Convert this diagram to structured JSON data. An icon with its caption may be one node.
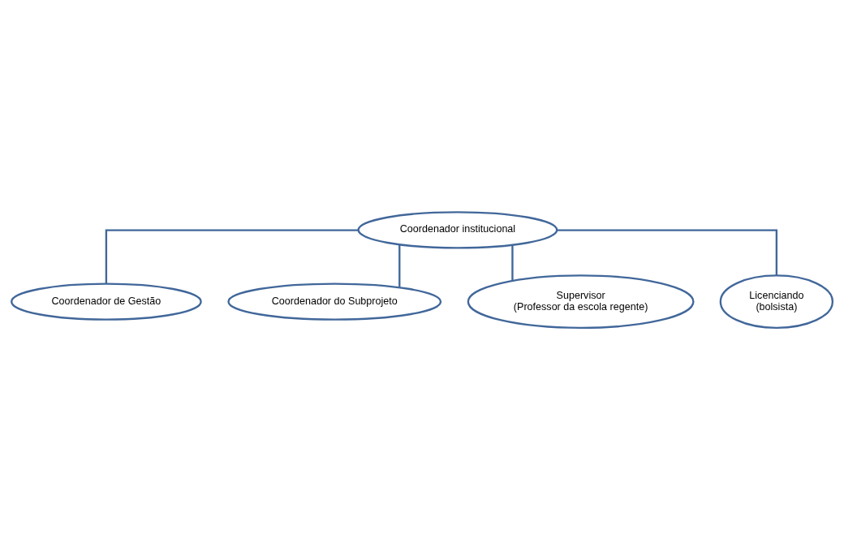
{
  "diagram": {
    "nodes": [
      {
        "text": [
          "Coordenador institucional"
        ]
      },
      {
        "text": [
          "Coordenador de Gestão"
        ]
      },
      {
        "text": [
          "Coordenador do Subprojeto"
        ]
      },
      {
        "text": [
          "Supervisor",
          "(Professor da escola regente)"
        ]
      },
      {
        "text": [
          "Licenciando",
          "(bolsista)"
        ]
      }
    ],
    "edges": [
      {
        "from": 0,
        "to": 1,
        "arrow": "none"
      },
      {
        "from": 0,
        "to": 2,
        "arrow": "none"
      },
      {
        "from": 0,
        "to": 3,
        "arrow": "none"
      },
      {
        "from": 0,
        "to": 4,
        "arrow": "none"
      }
    ]
  }
}
